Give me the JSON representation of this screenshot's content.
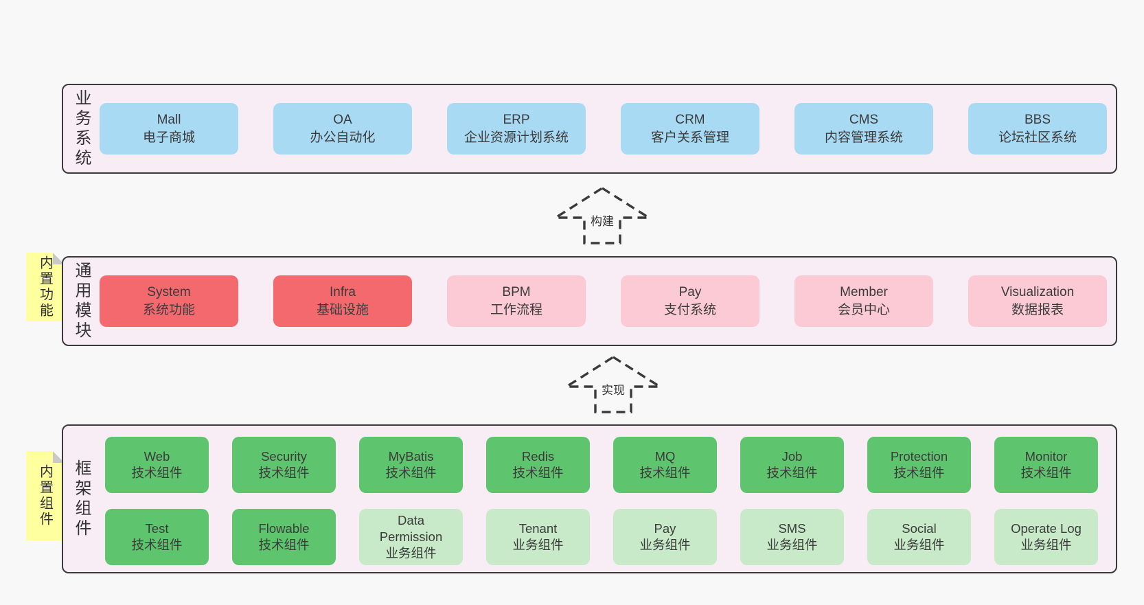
{
  "colors": {
    "page_bg": "#f8f8f8",
    "layer_bg": "#f8ecf5",
    "layer_border": "#3a3a3a",
    "business_box_blue": "#a8daf4",
    "core_module_red": "#f4696e",
    "module_pink": "#fbcad4",
    "tech_component_green": "#5fc46e",
    "biz_component_lightgreen": "#c8eac8",
    "note_yellow": "#feff9f"
  },
  "layers": {
    "business": {
      "label": "业务系统",
      "boxes": [
        {
          "name": "Mall",
          "desc": "电子商城"
        },
        {
          "name": "OA",
          "desc": "办公自动化"
        },
        {
          "name": "ERP",
          "desc": "企业资源计划系统"
        },
        {
          "name": "CRM",
          "desc": "客户关系管理"
        },
        {
          "name": "CMS",
          "desc": "内容管理系统"
        },
        {
          "name": "BBS",
          "desc": "论坛社区系统"
        }
      ]
    },
    "modules": {
      "label": "通用模块",
      "note": "内置功能",
      "boxes": [
        {
          "name": "System",
          "desc": "系统功能"
        },
        {
          "name": "Infra",
          "desc": "基础设施"
        },
        {
          "name": "BPM",
          "desc": "工作流程"
        },
        {
          "name": "Pay",
          "desc": "支付系统"
        },
        {
          "name": "Member",
          "desc": "会员中心"
        },
        {
          "name": "Visualization",
          "desc": "数据报表"
        }
      ]
    },
    "components": {
      "label": "框架组件",
      "note": "内置组件",
      "rows": [
        [
          {
            "name": "Web",
            "desc": "技术组件"
          },
          {
            "name": "Security",
            "desc": "技术组件"
          },
          {
            "name": "MyBatis",
            "desc": "技术组件"
          },
          {
            "name": "Redis",
            "desc": "技术组件"
          },
          {
            "name": "MQ",
            "desc": "技术组件"
          },
          {
            "name": "Job",
            "desc": "技术组件"
          },
          {
            "name": "Protection",
            "desc": "技术组件"
          },
          {
            "name": "Monitor",
            "desc": "技术组件"
          }
        ],
        [
          {
            "name": "Test",
            "desc": "技术组件"
          },
          {
            "name": "Flowable",
            "desc": "技术组件"
          },
          {
            "name": "Data Permission",
            "desc": "业务组件"
          },
          {
            "name": "Tenant",
            "desc": "业务组件"
          },
          {
            "name": "Pay",
            "desc": "业务组件"
          },
          {
            "name": "SMS",
            "desc": "业务组件"
          },
          {
            "name": "Social",
            "desc": "业务组件"
          },
          {
            "name": "Operate Log",
            "desc": "业务组件"
          }
        ]
      ]
    }
  },
  "arrows": [
    {
      "label": "构建"
    },
    {
      "label": "实现"
    }
  ]
}
